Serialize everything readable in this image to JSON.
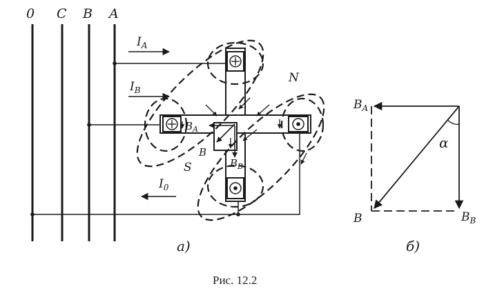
{
  "bus_labels": {
    "zero": "0",
    "c": "C",
    "b": "B",
    "a": "A"
  },
  "current_labels": {
    "ia_main": "I",
    "ia_sub": "A",
    "ib_main": "I",
    "ib_sub": "B",
    "i0_main": "I",
    "i0_sub": "0"
  },
  "pole_labels": {
    "n": "N",
    "s": "S"
  },
  "field_labels": {
    "ba_main": "B",
    "ba_sub": "A",
    "bb_main": "B",
    "bb_sub": "B",
    "b_result": "B"
  },
  "panel_labels": {
    "a": "а)",
    "b": "б)"
  },
  "vector_labels": {
    "ba_main": "B",
    "ba_sub": "A",
    "b_result": "B",
    "bb_main": "B",
    "bb_sub": "B",
    "alpha": "α"
  },
  "caption": "Рис. 12.2",
  "colors": {
    "ink": "#1a1a1a",
    "paper": "#ffffff"
  }
}
